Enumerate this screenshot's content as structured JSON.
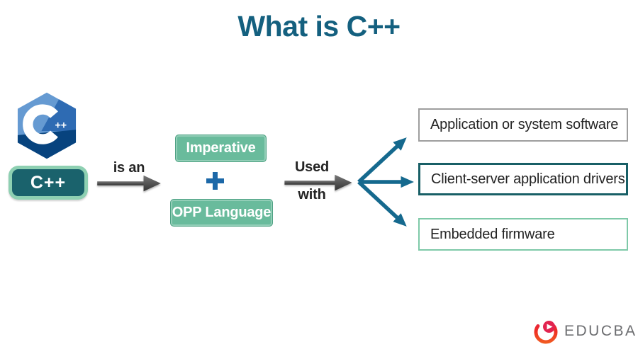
{
  "header": {
    "title": "What is C++"
  },
  "colors": {
    "title": "#14607f",
    "green_box_fill": "#69bb9c",
    "pill_outer": "#8ed0b2",
    "pill_inner": "#1a626c",
    "plus_sign_color": "#1c68a8",
    "teal_arrow": "#15698e",
    "gray_arrow": "#4c4c4c",
    "target_borders": [
      "#9e9e9e",
      "#185f66",
      "#7ec9a8"
    ]
  },
  "flow": {
    "source_label": "C++",
    "arrow1_label": "is an",
    "paradigm_top": "Imperative",
    "plus_sign": "+",
    "paradigm_bottom": "OPP Language",
    "arrow2_label_line1": "Used",
    "arrow2_label_line2": "with",
    "targets": [
      {
        "label": "Application or system software"
      },
      {
        "label": "Client-server application drivers"
      },
      {
        "label": "Embedded firmware"
      }
    ]
  },
  "cpp_logo": {
    "letter": "C",
    "plus_plus": "++"
  },
  "footer": {
    "brand": "EDUCBA"
  }
}
